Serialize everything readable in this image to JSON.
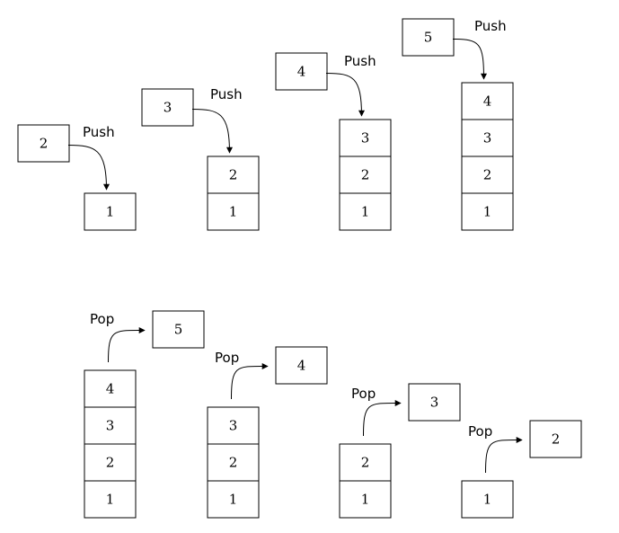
{
  "push_sequence": [
    {
      "label": "Push",
      "incoming": "2",
      "stack": [
        "1"
      ]
    },
    {
      "label": "Push",
      "incoming": "3",
      "stack": [
        "1",
        "2"
      ]
    },
    {
      "label": "Push",
      "incoming": "4",
      "stack": [
        "1",
        "2",
        "3"
      ]
    },
    {
      "label": "Push",
      "incoming": "5",
      "stack": [
        "1",
        "2",
        "3",
        "4"
      ]
    }
  ],
  "pop_sequence": [
    {
      "label": "Pop",
      "outgoing": "5",
      "stack": [
        "1",
        "2",
        "3",
        "4"
      ]
    },
    {
      "label": "Pop",
      "outgoing": "4",
      "stack": [
        "1",
        "2",
        "3"
      ]
    },
    {
      "label": "Pop",
      "outgoing": "3",
      "stack": [
        "1",
        "2"
      ]
    },
    {
      "label": "Pop",
      "outgoing": "2",
      "stack": [
        "1"
      ]
    }
  ]
}
